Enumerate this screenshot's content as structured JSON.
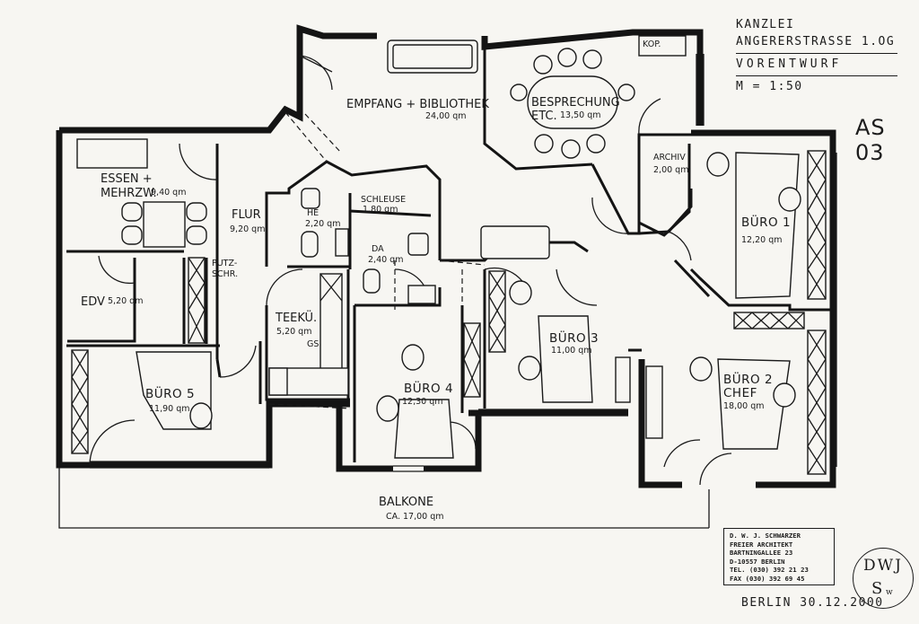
{
  "title_block": {
    "line1": "KANZLEI",
    "line2": "ANGERERSTRASSE 1.OG",
    "line3": "VORENTWURF",
    "scale": "M = 1:50",
    "sheet": "AS 03"
  },
  "rooms": {
    "empfang": {
      "name": "EMPFANG + BIBLIOTHEK",
      "area": "24,00 qm"
    },
    "besprechung": {
      "name": "BESPRECHUNG",
      "name2": "ETC.",
      "area": "13,50 qm"
    },
    "kop": {
      "name": "KOP."
    },
    "archiv": {
      "name": "ARCHIV",
      "area": "2,00 qm"
    },
    "buero1": {
      "name": "BÜRO 1",
      "area": "12,20 qm"
    },
    "essen": {
      "name": "ESSEN +",
      "name2": "MEHRZW.",
      "area": "9,40 qm"
    },
    "flur": {
      "name": "FLUR",
      "area": "9,20 qm"
    },
    "he": {
      "name": "HE",
      "area": "2,20 qm"
    },
    "schleuse": {
      "name": "SCHLEUSE",
      "area": "1,80 qm"
    },
    "da": {
      "name": "DA",
      "area": "2,40 qm"
    },
    "putz": {
      "name": "PUTZ-",
      "name2": "SCHR."
    },
    "edv": {
      "name": "EDV",
      "area": "5,20 qm"
    },
    "teekueche": {
      "name": "TEEKÜ.",
      "area": "5,20 qm",
      "note": "GS"
    },
    "buero3": {
      "name": "BÜRO 3",
      "area": "11,00 qm"
    },
    "buero2": {
      "name": "BÜRO 2",
      "name2": "CHEF",
      "area": "18,00 qm"
    },
    "buero4": {
      "name": "BÜRO 4",
      "area": "12,30 qm"
    },
    "buero5": {
      "name": "BÜRO 5",
      "area": "11,90 qm"
    },
    "balkone": {
      "name": "BALKONE",
      "area": "CA. 17,00 qm"
    }
  },
  "stamp": {
    "lines": [
      "D. W. J. SCHWARZER",
      "FREIER ARCHITEKT",
      "BARTNINGALLEE 23",
      "D-10557 BERLIN",
      "TEL. (030) 392 21 23",
      "FAX  (030) 392 69 45"
    ]
  },
  "seal": {
    "initials": "DWJ",
    "letter": "S",
    "small": "w"
  },
  "date_line": "BERLIN 30.12.2000"
}
